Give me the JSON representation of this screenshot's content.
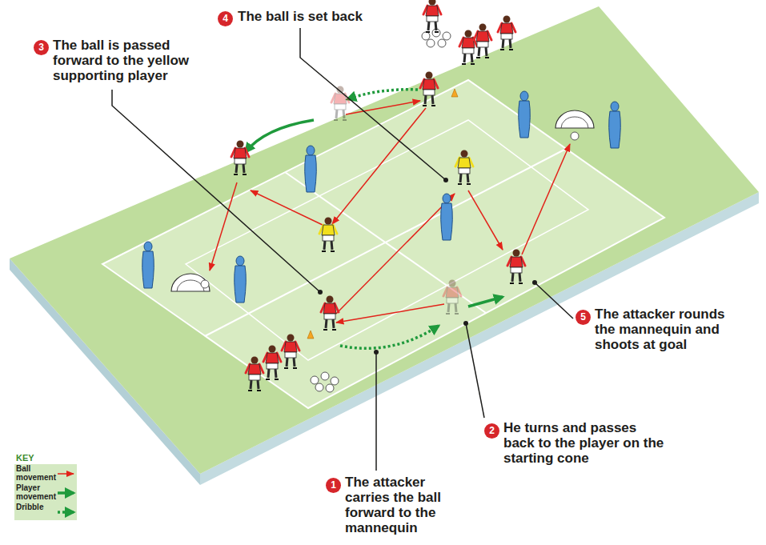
{
  "diagram": {
    "labels": [
      "4",
      "The ball is set back",
      "3",
      "The ball is passed forward to the yellow supporting player",
      "5",
      "The attacker rounds the mannequin and shoots at goal",
      "2",
      "He turns and passes back to the player on the starting cone",
      "1",
      "The attacker carries the ball forward to the mannequin",
      "KEY"
    ],
    "legend": [
      {
        "text": "Ball movement"
      },
      {
        "text": "Player movement"
      },
      {
        "text": "Dribble"
      }
    ]
  }
}
